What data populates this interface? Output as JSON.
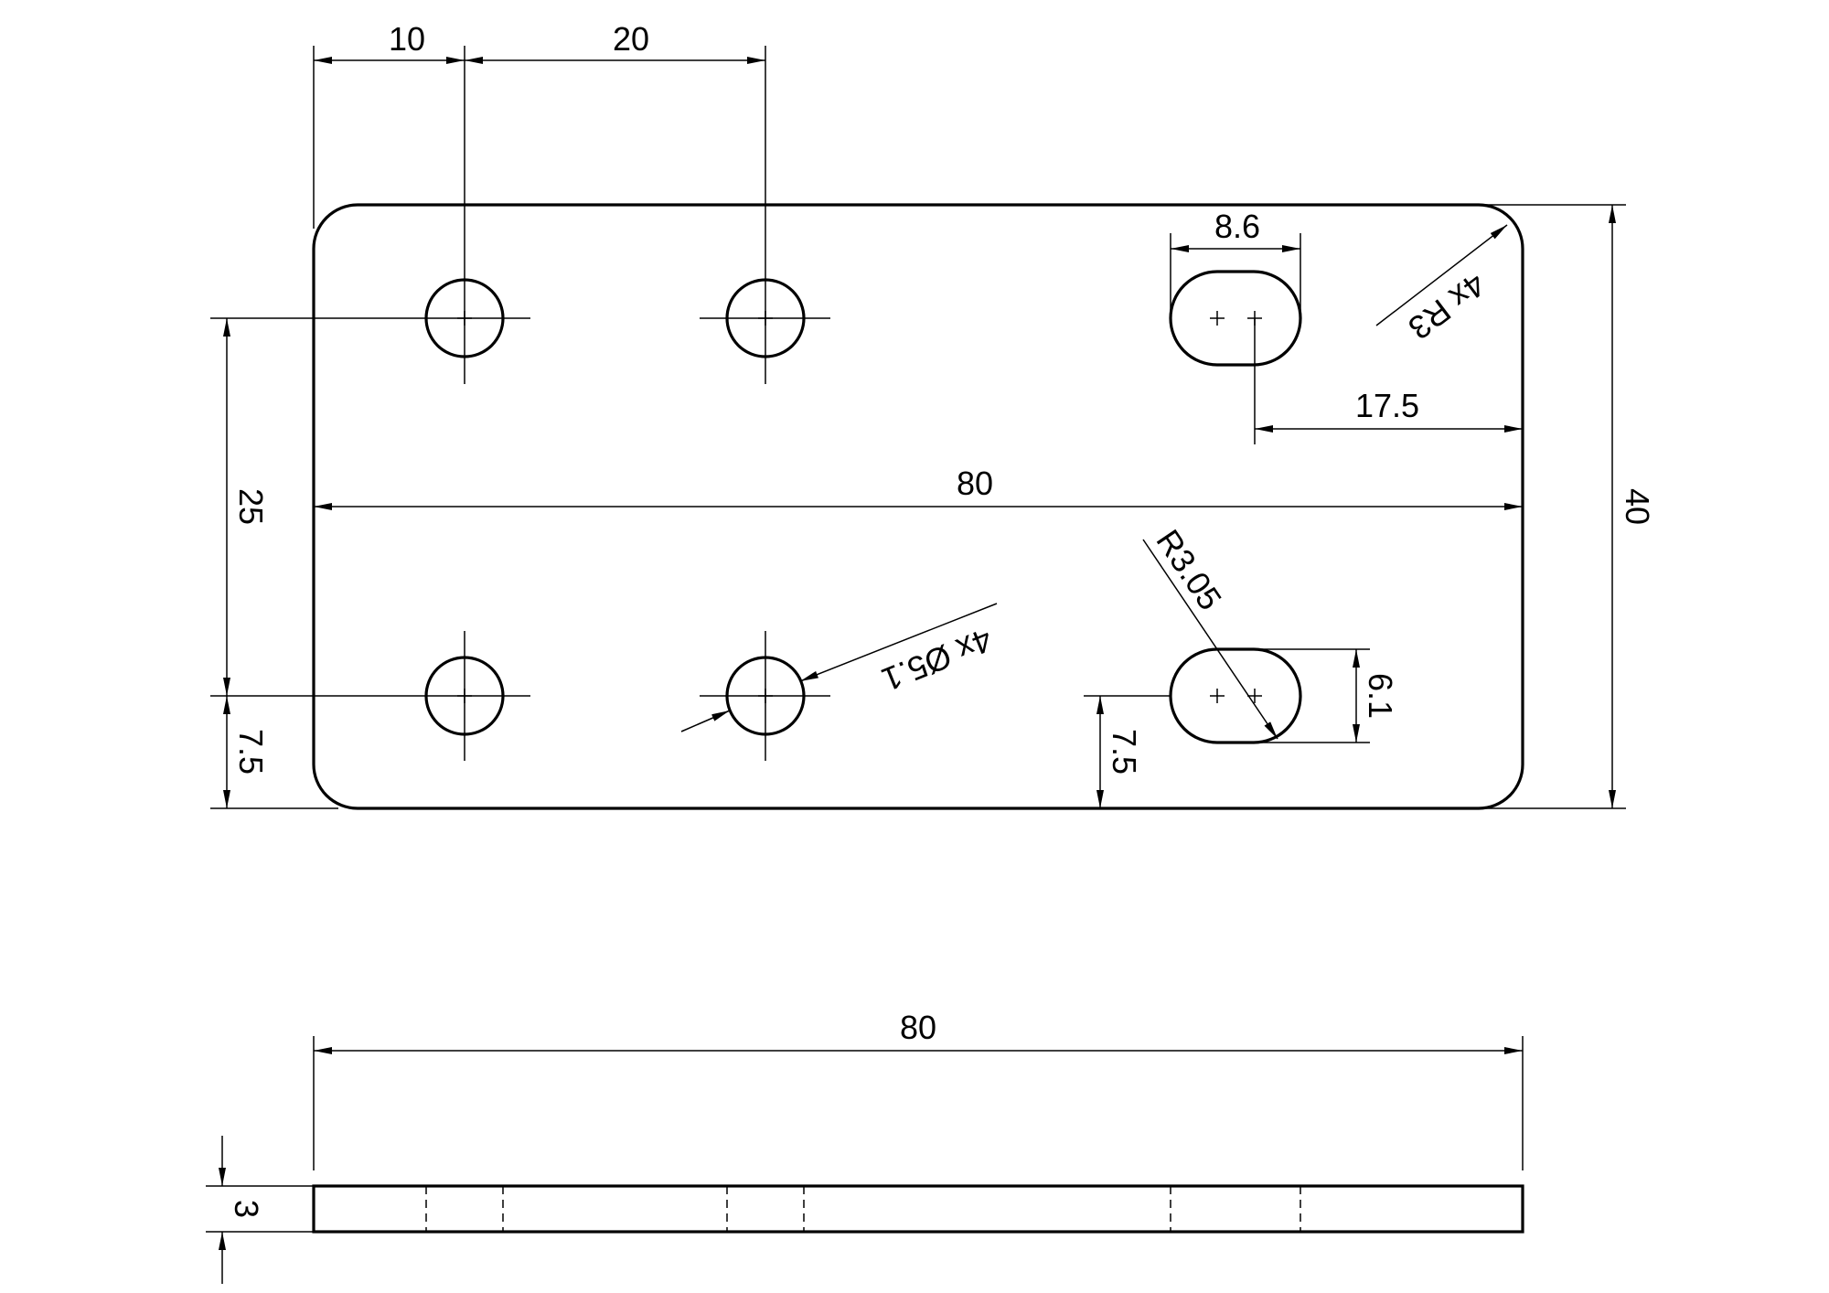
{
  "drawing": {
    "dimensions": {
      "top_spacing_10": "10",
      "top_spacing_20": "20",
      "slot_width": "8.6",
      "corner_radius": "4x R3",
      "slot_offset": "17.5",
      "width": "80",
      "height": "40",
      "hole_spacing_vertical": "25",
      "edge_offset_left": "7.5",
      "hole_diameter": "4x Ø5.1",
      "slot_radius": "R3.05",
      "slot_height": "6.1",
      "edge_offset_slot": "7.5",
      "side_width": "80",
      "thickness": "3"
    }
  }
}
